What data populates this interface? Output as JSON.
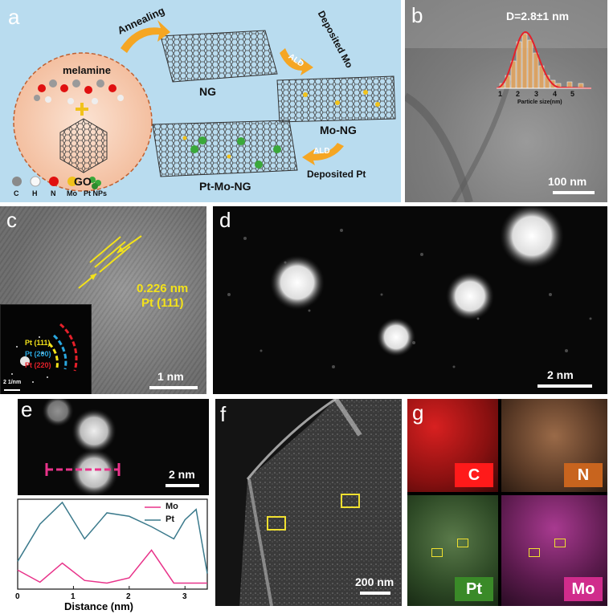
{
  "panels": {
    "a": {
      "label": "a",
      "title_annealing": "Annealing",
      "melamine": "melamine",
      "go": "GO",
      "ng": "NG",
      "mo_ng": "Mo-NG",
      "pt_mo_ng": "Pt-Mo-NG",
      "deposited_mo": "Deposited Mo",
      "deposited_pt": "Deposited Pt",
      "ald1": "ALD",
      "ald2": "ALD",
      "legend": [
        "C",
        "H",
        "N",
        "Mo",
        "Pt NPs"
      ],
      "colors": {
        "bg": "#b9dcef",
        "circle": "#f6c9b0",
        "arrow": "#f5a623",
        "C": "#9a9a9a",
        "H": "#f2f2f2",
        "N": "#e01010",
        "Mo": "#f1c21b",
        "Pt": "#3aa83a"
      }
    },
    "b": {
      "label": "b",
      "size": "D=2.8±1 nm",
      "scalebar": "100 nm",
      "hist_xlabel": "Particle size(nm)",
      "hist_ticks": [
        "1",
        "2",
        "3",
        "4",
        "5"
      ]
    },
    "c": {
      "label": "c",
      "spacing": "0.226 nm",
      "plane": "Pt (111)",
      "scalebar": "1 nm",
      "inset_scalebar": "2 1/nm",
      "rings": [
        "Pt (111)",
        "Pt (200)",
        "Pt (220)"
      ],
      "ring_colors": [
        "#f3e21a",
        "#2aa8e0",
        "#e5202a"
      ]
    },
    "d": {
      "label": "d",
      "scalebar": "2 nm"
    },
    "e": {
      "label": "e",
      "scalebar": "2 nm"
    },
    "f": {
      "label": "f",
      "scalebar": "200 nm"
    },
    "g": {
      "label": "g",
      "maps": [
        {
          "name": "C",
          "color": "#ff1a1a"
        },
        {
          "name": "N",
          "color": "#c8641e"
        },
        {
          "name": "Pt",
          "color": "#3a8a28"
        },
        {
          "name": "Mo",
          "color": "#d02c8c"
        }
      ]
    }
  },
  "chart_data": {
    "type": "line",
    "xlabel": "Distance (nm)",
    "ylabel": "",
    "xlim": [
      0,
      3.4
    ],
    "xticks": [
      "0",
      "1",
      "2",
      "3"
    ],
    "legend_position": "top-right",
    "series": [
      {
        "name": "Mo",
        "color": "#e8338a",
        "x": [
          0,
          0.4,
          0.8,
          1.2,
          1.6,
          2.0,
          2.4,
          2.8,
          3.2,
          3.4
        ],
        "y": [
          0.22,
          0.08,
          0.3,
          0.1,
          0.07,
          0.13,
          0.45,
          0.07,
          0.07,
          0.07
        ]
      },
      {
        "name": "Pt",
        "color": "#3b7a8c",
        "x": [
          0,
          0.4,
          0.8,
          1.2,
          1.6,
          2.0,
          2.4,
          2.8,
          3.0,
          3.2,
          3.4
        ],
        "y": [
          0.32,
          0.75,
          1.0,
          0.58,
          0.88,
          0.84,
          0.72,
          0.58,
          0.8,
          0.92,
          0.18
        ]
      }
    ]
  }
}
